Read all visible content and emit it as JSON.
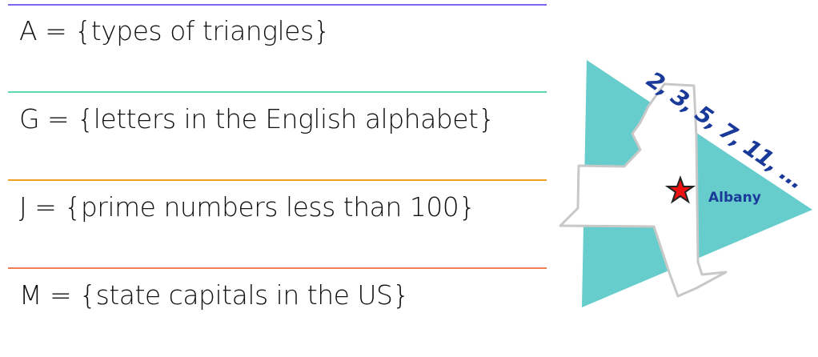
{
  "sets": [
    {
      "text": "A = {types of triangles}",
      "rule_color": "#7b68ee"
    },
    {
      "text": "G = {letters in the English alphabet}",
      "rule_color": "#5fd8b0"
    },
    {
      "text": "J = {prime numbers less than 100}",
      "rule_color": "#f0a020"
    },
    {
      "text": "M = {state capitals in the US}",
      "rule_color": "#f08050"
    }
  ],
  "logo": {
    "sequence": "2, 3, 5, 7, 11, ...",
    "city": "Albany",
    "triangle_color": "#66cccc",
    "text_color": "#1a3a9a",
    "star_color": "#ee1111"
  }
}
